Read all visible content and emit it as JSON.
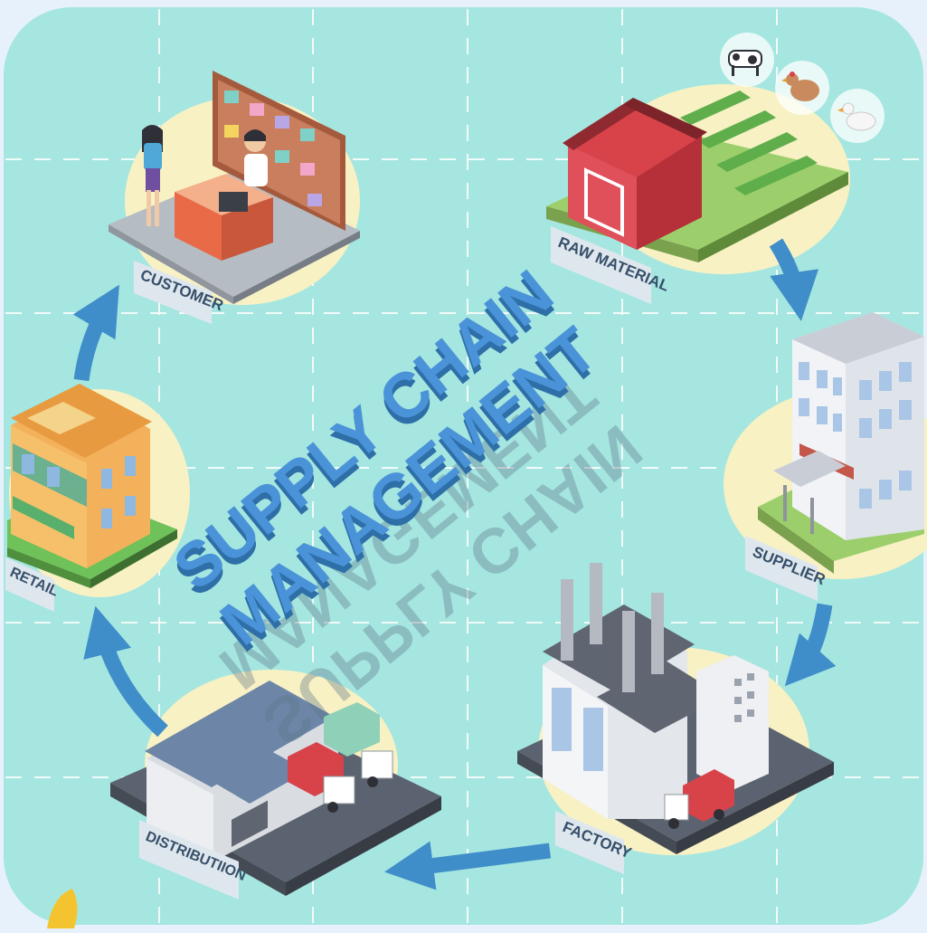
{
  "title": {
    "line1": "SUPPLY CHAIN",
    "line2": "MANAGEMENT"
  },
  "stages": [
    {
      "id": "raw-material",
      "label": "RAW MATERIAL"
    },
    {
      "id": "supplier",
      "label": "SUPPLIER"
    },
    {
      "id": "factory",
      "label": "FACTORY"
    },
    {
      "id": "distribution",
      "label": "DISTRIBUTIION"
    },
    {
      "id": "retail",
      "label": "RETAIL"
    },
    {
      "id": "customer",
      "label": "CUSTOMER"
    }
  ],
  "colors": {
    "board": "#a6e6e0",
    "page": "#e6f1fb",
    "platform_highlight": "#f8f1c4",
    "arrow": "#3f8ec9",
    "title_text": "#4b93d8",
    "label_tag": "#dfe7ee",
    "label_text": "#37506a"
  },
  "icons": [
    "barn-icon",
    "cow-icon",
    "chicken-icon",
    "duck-icon",
    "office-building-icon",
    "factory-icon",
    "warehouse-icon",
    "truck-icon",
    "shop-icon",
    "checkout-counter-icon"
  ]
}
